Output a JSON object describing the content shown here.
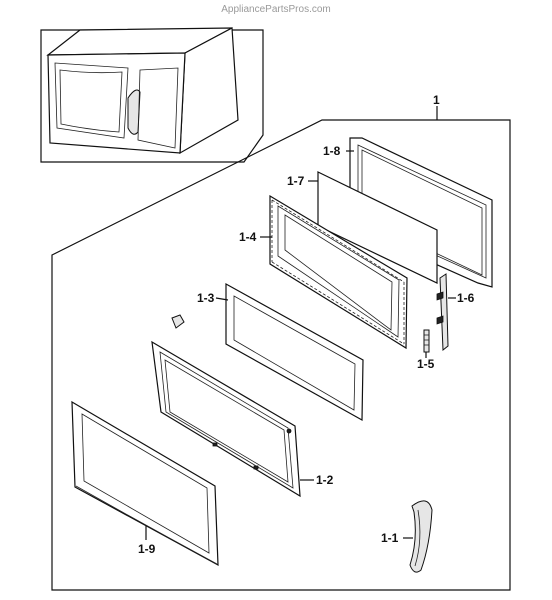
{
  "watermark": "AppliancePartsPros.com",
  "callouts": {
    "assembly": "1",
    "p1_8": "1-8",
    "p1_7": "1-7",
    "p1_4": "1-4",
    "p1_3": "1-3",
    "p1_6": "1-6",
    "p1_5": "1-5",
    "p1_2": "1-2",
    "p1_1": "1-1",
    "p1_9": "1-9"
  }
}
